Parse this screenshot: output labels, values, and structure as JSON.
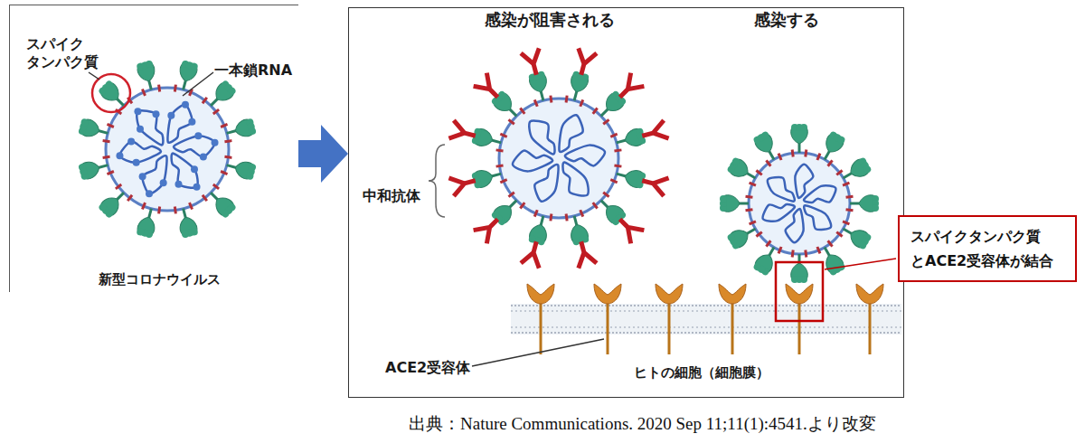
{
  "diagram": {
    "caption": "出典：Nature Communications. 2020 Sep 11;11(1):4541.より改変",
    "nodes": [
      {
        "text": [
          "スパイク タンパク質",
          "一本鎖RNA",
          "新型コロナウイルス"
        ]
      },
      {
        "text": [
          "感染が阻害される",
          "感染する",
          "中和抗体",
          "ACE2受容体",
          "ヒトの細胞（細胞膜）"
        ]
      },
      {
        "text": [
          "スパイクタンパク質 とACE2受容体が結合"
        ]
      }
    ],
    "edges": [
      {
        "from": 0,
        "to": 1,
        "arrow": "to"
      }
    ]
  }
}
